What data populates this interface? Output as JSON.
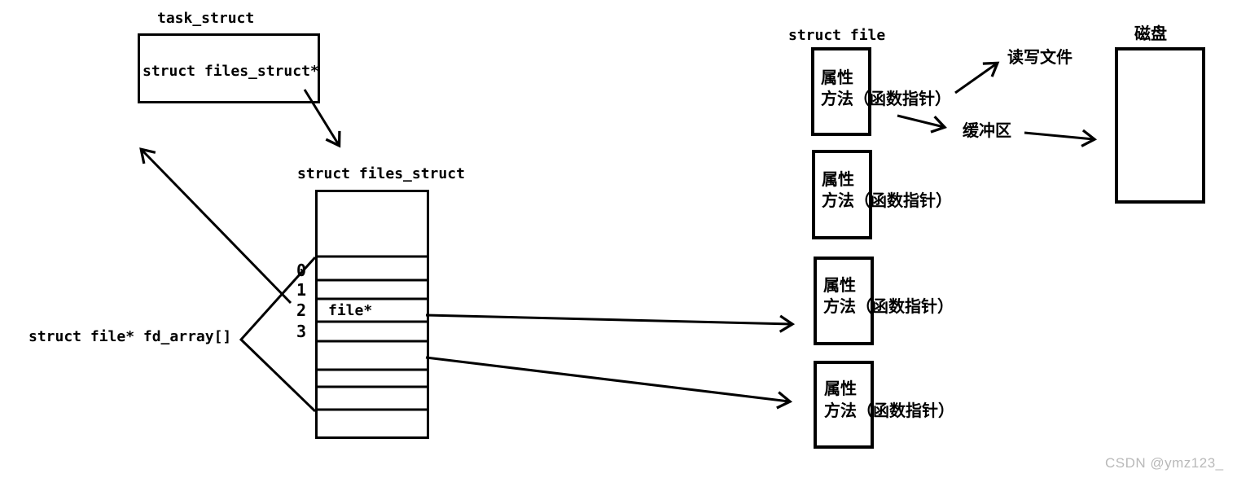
{
  "task_struct": {
    "label": "task_struct",
    "pointer_field": "struct files_struct*"
  },
  "files_struct": {
    "label": "struct files_struct",
    "fd_array_label": "struct file* fd_array[]",
    "indices": [
      "0",
      "1",
      "2",
      "3"
    ],
    "slot_value": "file*"
  },
  "struct_file": {
    "label": "struct file",
    "objects": [
      {
        "attributes": "属性",
        "methods": "方法（函数指针）"
      },
      {
        "attributes": "属性",
        "methods": "方法（函数指针）"
      },
      {
        "attributes": "属性",
        "methods": "方法（函数指针）"
      },
      {
        "attributes": "属性",
        "methods": "方法（函数指针）"
      }
    ]
  },
  "flow": {
    "read_write_label": "读写文件",
    "buffer_label": "缓冲区",
    "disk_label": "磁盘"
  },
  "watermark": "CSDN @ymz123_",
  "colors": {
    "ink": "#000000",
    "watermark": "#b9b9b9",
    "background": "#ffffff"
  }
}
